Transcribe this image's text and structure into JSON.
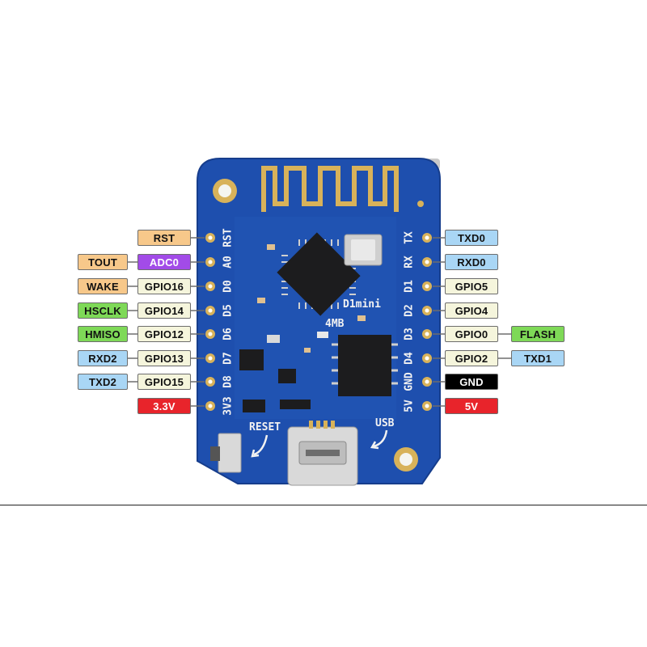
{
  "board": {
    "name": "D1mini",
    "flash_size": "4MB",
    "reset_label": "RESET",
    "usb_label": "USB",
    "left_pins": [
      "RST",
      "A0",
      "D0",
      "D5",
      "D6",
      "D7",
      "D8",
      "3V3"
    ],
    "right_pins": [
      "TX",
      "RX",
      "D1",
      "D2",
      "D3",
      "D4",
      "GND",
      "5V"
    ]
  },
  "left_labels": [
    {
      "gpio": "RST",
      "alt": "",
      "gpio_color": "#f7c88a",
      "alt_color": ""
    },
    {
      "gpio": "ADC0",
      "alt": "TOUT",
      "gpio_color": "#a24be8",
      "alt_color": "#f7c88a"
    },
    {
      "gpio": "GPIO16",
      "alt": "WAKE",
      "gpio_color": "#f5f5dc",
      "alt_color": "#f7c88a"
    },
    {
      "gpio": "GPIO14",
      "alt": "HSCLK",
      "gpio_color": "#f5f5dc",
      "alt_color": "#7ed957"
    },
    {
      "gpio": "GPIO12",
      "alt": "HMISO",
      "gpio_color": "#f5f5dc",
      "alt_color": "#7ed957"
    },
    {
      "gpio": "GPIO13",
      "alt": "RXD2",
      "gpio_color": "#f5f5dc",
      "alt_color": "#a9d6f5"
    },
    {
      "gpio": "GPIO15",
      "alt": "TXD2",
      "gpio_color": "#f5f5dc",
      "alt_color": "#a9d6f5"
    },
    {
      "gpio": "3.3V",
      "alt": "",
      "gpio_color": "#e8242b",
      "alt_color": ""
    }
  ],
  "right_labels": [
    {
      "gpio": "TXD0",
      "alt": "",
      "gpio_color": "#a9d6f5",
      "alt_color": ""
    },
    {
      "gpio": "RXD0",
      "alt": "",
      "gpio_color": "#a9d6f5",
      "alt_color": ""
    },
    {
      "gpio": "GPIO5",
      "alt": "",
      "gpio_color": "#f5f5dc",
      "alt_color": ""
    },
    {
      "gpio": "GPIO4",
      "alt": "",
      "gpio_color": "#f5f5dc",
      "alt_color": ""
    },
    {
      "gpio": "GPIO0",
      "alt": "FLASH",
      "gpio_color": "#f5f5dc",
      "alt_color": "#7ed957"
    },
    {
      "gpio": "GPIO2",
      "alt": "TXD1",
      "gpio_color": "#f5f5dc",
      "alt_color": "#a9d6f5"
    },
    {
      "gpio": "GND",
      "alt": "",
      "gpio_color": "#000000",
      "alt_color": ""
    },
    {
      "gpio": "5V",
      "alt": "",
      "gpio_color": "#e8242b",
      "alt_color": ""
    }
  ],
  "colors": {
    "pcb": "#1e4fae",
    "pcb_dark": "#163d8c",
    "gold": "#d8b25a",
    "chip": "#1c1c1e",
    "silver": "#d9d9d9"
  }
}
